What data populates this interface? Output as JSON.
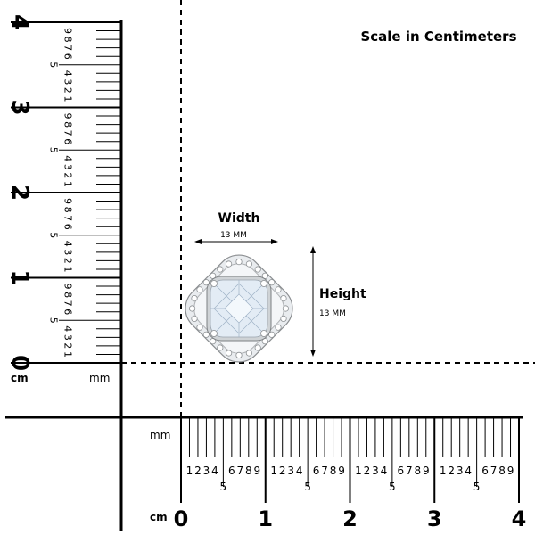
{
  "title": "Scale in Centimeters",
  "width": {
    "label": "Width",
    "value": "13 MM"
  },
  "height": {
    "label": "Height",
    "value": "13 MM"
  },
  "vertical_ruler": {
    "unit_cm": "cm",
    "unit_mm": "mm",
    "cm_labels": [
      "0",
      "1",
      "2",
      "3",
      "4"
    ],
    "mm_labels": [
      "1",
      "2",
      "3",
      "4",
      "5",
      "6",
      "7",
      "8",
      "9"
    ]
  },
  "horizontal_ruler": {
    "unit_cm": "cm",
    "unit_mm": "mm",
    "cm_labels": [
      "0",
      "1",
      "2",
      "3",
      "4"
    ],
    "mm_labels": [
      "1",
      "2",
      "3",
      "4",
      "5",
      "6",
      "7",
      "8",
      "9"
    ]
  },
  "colors": {
    "ink": "#000000",
    "metal": "#c8cacc",
    "stone": "#dfe8f2"
  }
}
